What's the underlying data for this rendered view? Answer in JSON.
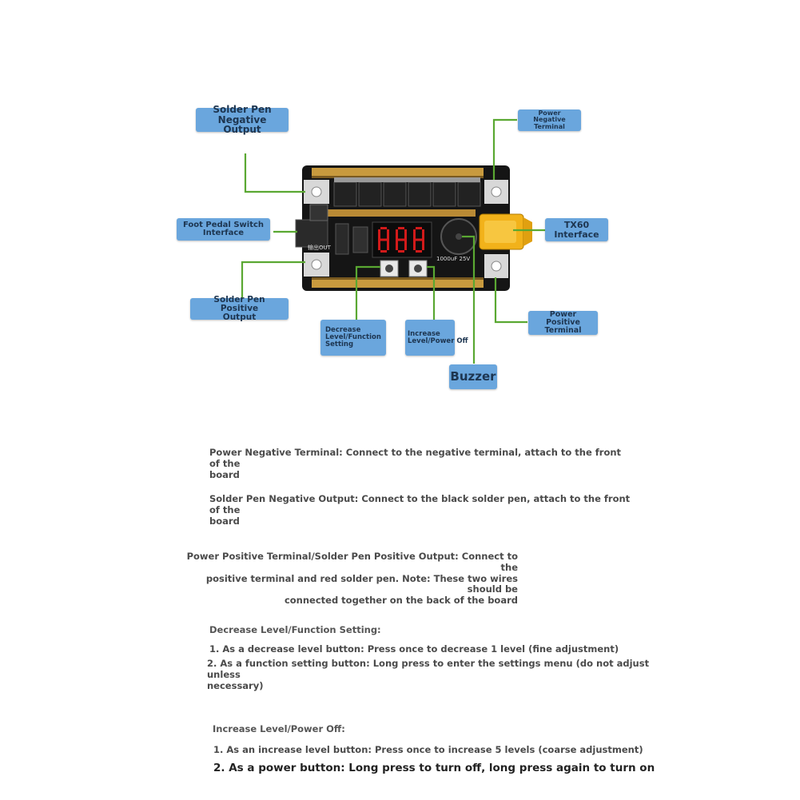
{
  "labels": {
    "solder_pen_negative": [
      "Solder Pen",
      "Negative Output"
    ],
    "power_negative": [
      "Power Negative",
      "Terminal"
    ],
    "foot_pedal": [
      "Foot Pedal Switch",
      "Interface"
    ],
    "tx60": [
      "TX60",
      "Interface"
    ],
    "solder_pen_positive": [
      "Solder Pen Positive",
      "Output"
    ],
    "power_positive": [
      "Power",
      "Positive",
      "Terminal"
    ],
    "decrease": [
      "Decrease",
      "Level/Function",
      "Setting"
    ],
    "increase": [
      "Increase",
      "Level/Power Off"
    ],
    "buzzer": "Buzzer"
  },
  "board": {
    "silk_out": "输出OUT",
    "cap_text": "1000uF 25V",
    "display": "888"
  },
  "descriptions": {
    "power_negative": [
      "Power Negative Terminal: Connect to the negative terminal, attach to the front of the",
      "board"
    ],
    "solder_pen_negative": [
      "Solder Pen Negative Output: Connect to the black solder pen, attach to the front of the",
      "board"
    ],
    "power_positive": [
      "Power Positive Terminal/Solder Pen Positive Output: Connect to the",
      "positive terminal and red solder pen. Note: These two wires should be",
      "connected together on the back of the board"
    ],
    "decrease_title": "Decrease Level/Function Setting:",
    "decrease_1": "1. As a decrease level button: Press once to decrease 1 level (fine adjustment)",
    "decrease_2": [
      "2. As a function setting button: Long press to enter the settings menu (do not adjust unless",
      "necessary)"
    ],
    "increase_title": "Increase Level/Power Off:",
    "increase_1": "1. As an increase level button: Press once to increase 5 levels (coarse adjustment)",
    "increase_2": "2. As a power button: Long press to turn off, long press again to turn on"
  },
  "colors": {
    "callout_bg": "#6aa6dd",
    "leader_line": "#5aa832",
    "pcb": "#141414",
    "copper": "#c89a3e",
    "connector": "#f2b21a",
    "display_red": "#d21a1a"
  }
}
